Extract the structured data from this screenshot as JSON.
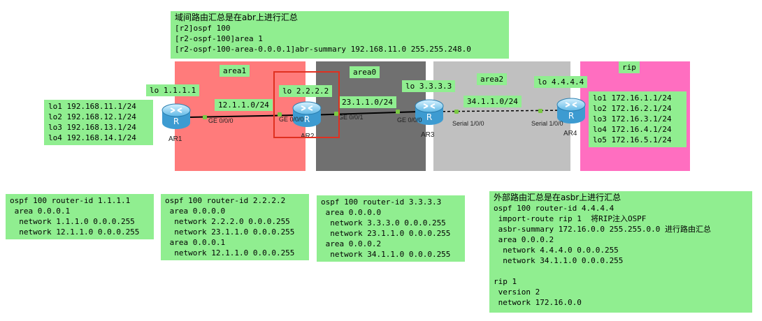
{
  "note_top": [
    "域间路由汇总是在abr上进行汇总",
    "[r2]ospf 100",
    "[r2-ospf-100]area 1",
    "[r2-ospf-100-area-0.0.0.1]abr-summary 192.168.11.0 255.255.248.0"
  ],
  "areas": {
    "area1": {
      "label": "area1",
      "color": "#ff7b7b"
    },
    "area0": {
      "label": "area0",
      "color": "#707070"
    },
    "area2": {
      "label": "area2",
      "color": "#c0c0c0"
    },
    "rip": {
      "label": "rip",
      "color": "#ff6ec0"
    }
  },
  "loopbacks": {
    "ar1": "lo 1.1.1.1",
    "ar2": "lo 2.2.2.2",
    "ar3": "lo 3.3.3.3",
    "ar4": "lo 4.4.4.4"
  },
  "links": {
    "l12": "12.1.1.0/24",
    "l23": "23.1.1.0/24",
    "l34": "34.1.1.0/24"
  },
  "ar1_loopbacks": [
    "lo1 192.168.11.1/24",
    "lo2 192.168.12.1/24",
    "lo3 192.168.13.1/24",
    "lo4 192.168.14.1/24"
  ],
  "ar4_loopbacks": [
    "lo1 172.16.1.1/24",
    "lo2 172.16.2.1/24",
    "lo3 172.16.3.1/24",
    "lo4 172.16.4.1/24",
    "lo5 172.16.5.1/24"
  ],
  "routers": {
    "ar1": {
      "name": "AR1",
      "if_right": "GE 0/0/0"
    },
    "ar2": {
      "name": "AR2",
      "if_left": "GE 0/0/0",
      "if_right": "GE 0/0/1"
    },
    "ar3": {
      "name": "AR3",
      "if_left": "GE 0/0/0",
      "if_right": "Serial 1/0/0"
    },
    "ar4": {
      "name": "AR4",
      "if_left": "Serial 1/0/0"
    }
  },
  "config_ar1": [
    "ospf 100 router-id 1.1.1.1",
    " area 0.0.0.1",
    "  network 1.1.1.0 0.0.0.255",
    "  network 12.1.1.0 0.0.0.255"
  ],
  "config_ar2": [
    "ospf 100 router-id 2.2.2.2",
    " area 0.0.0.0",
    "  network 2.2.2.0 0.0.0.255",
    "  network 23.1.1.0 0.0.0.255",
    " area 0.0.0.1",
    "  network 12.1.1.0 0.0.0.255"
  ],
  "config_ar3": [
    "ospf 100 router-id 3.3.3.3",
    " area 0.0.0.0",
    "  network 3.3.3.0 0.0.0.255",
    "  network 23.1.1.0 0.0.0.255",
    " area 0.0.0.2",
    "  network 34.1.1.0 0.0.0.255"
  ],
  "config_ar4": [
    "外部路由汇总是在asbr上进行汇总",
    "ospf 100 router-id 4.4.4.4",
    " import-route rip 1  将RIP注入OSPF",
    " asbr-summary 172.16.0.0 255.255.0.0 进行路由汇总",
    " area 0.0.0.2",
    "  network 4.4.4.0 0.0.0.255",
    "  network 34.1.1.0 0.0.0.255",
    "",
    "rip 1",
    " version 2",
    " network 172.16.0.0"
  ]
}
